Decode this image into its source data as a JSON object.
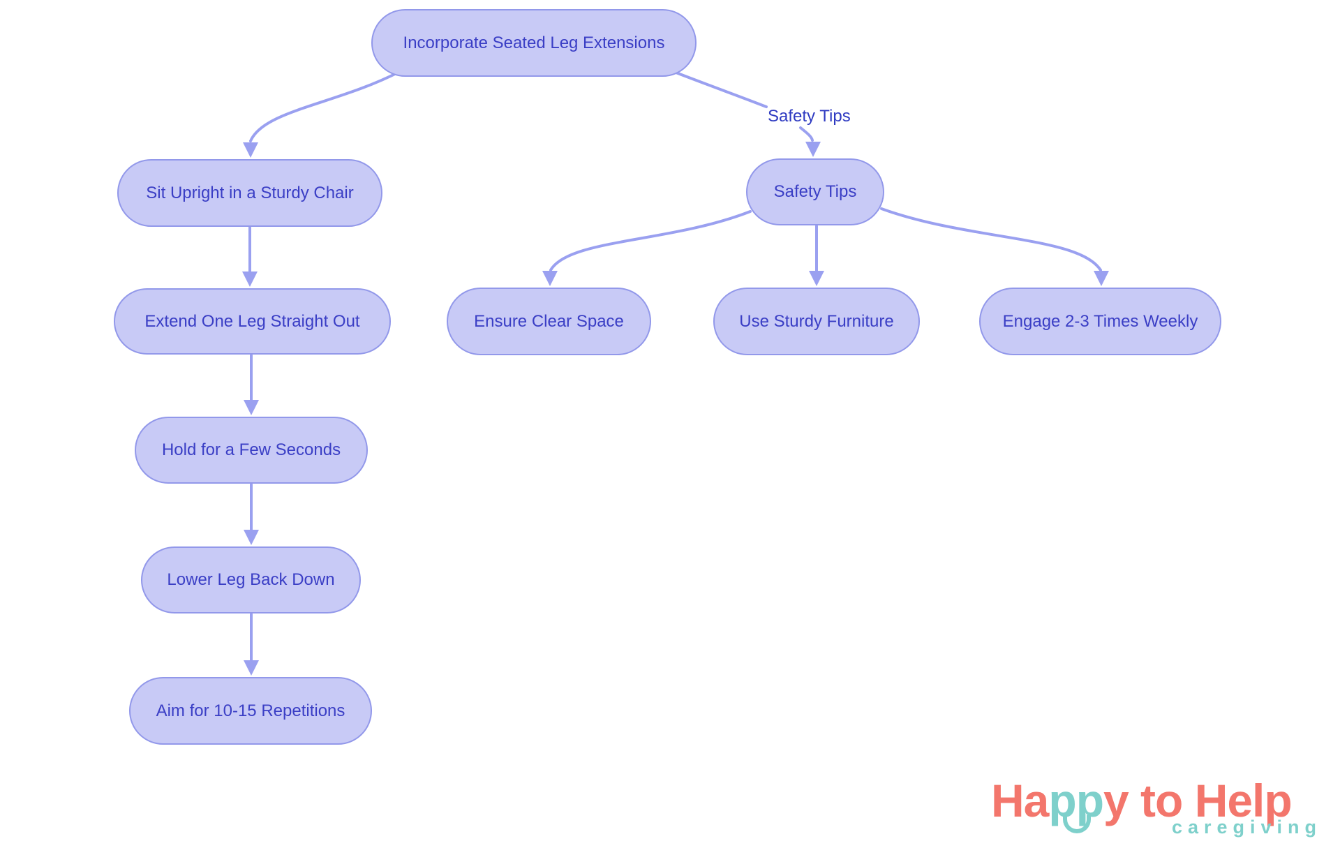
{
  "diagram": {
    "title": "Seated Leg Extensions flowchart",
    "nodes": [
      {
        "id": "root",
        "label": "Incorporate Seated Leg Extensions"
      },
      {
        "id": "sit-upright",
        "label": "Sit Upright in a Sturdy Chair"
      },
      {
        "id": "safety-tips",
        "label": "Safety Tips"
      },
      {
        "id": "extend-leg",
        "label": "Extend One Leg Straight Out"
      },
      {
        "id": "ensure-clear-space",
        "label": "Ensure Clear Space"
      },
      {
        "id": "use-sturdy-furniture",
        "label": "Use Sturdy Furniture"
      },
      {
        "id": "engage-weekly",
        "label": "Engage 2-3 Times Weekly"
      },
      {
        "id": "hold-seconds",
        "label": "Hold for a Few Seconds"
      },
      {
        "id": "lower-leg",
        "label": "Lower Leg Back Down"
      },
      {
        "id": "aim-repetitions",
        "label": "Aim for 10-15 Repetitions"
      }
    ],
    "edge_label": "Safety Tips",
    "colors": {
      "node_fill": "#c8caf6",
      "node_border": "#9298ea",
      "node_text": "#3a3ec5",
      "edge": "#9aa0f0",
      "edge_label_text": "#2e3ac1"
    }
  },
  "logo": {
    "word_part_coral_1": "Ha",
    "word_part_teal": "pp",
    "word_part_coral_2": "y to Help",
    "subtitle": "caregiving",
    "colors": {
      "coral": "#f3766c",
      "teal": "#7ed0cb"
    }
  }
}
